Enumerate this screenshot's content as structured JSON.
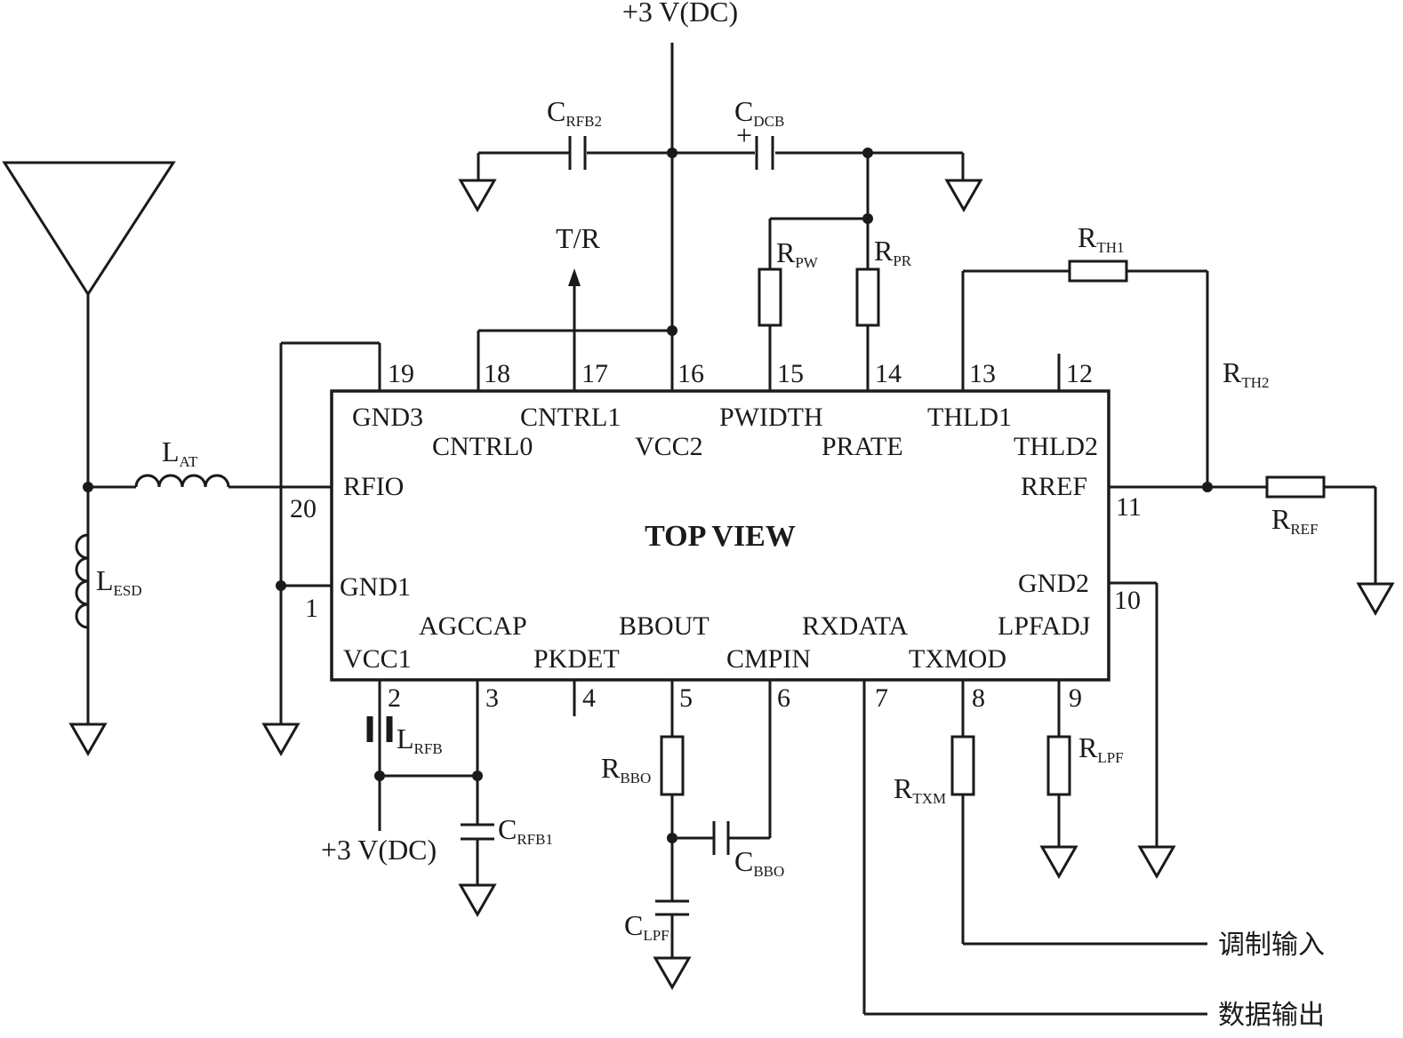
{
  "supply": {
    "top": "+3 V(DC)",
    "bottom": "+3 V(DC)"
  },
  "chip": {
    "title": "TOP VIEW",
    "pin_names": {
      "gnd3": "GND3",
      "cntrl0": "CNTRL0",
      "cntrl1": "CNTRL1",
      "vcc2": "VCC2",
      "pwidth": "PWIDTH",
      "prate": "PRATE",
      "thld1": "THLD1",
      "thld2": "THLD2",
      "rfio": "RFIO",
      "rref": "RREF",
      "gnd1": "GND1",
      "gnd2": "GND2",
      "agccap": "AGCCAP",
      "bbout": "BBOUT",
      "rxdata": "RXDATA",
      "lpfadj": "LPFADJ",
      "vcc1": "VCC1",
      "pkdet": "PKDET",
      "cmpin": "CMPIN",
      "txmod": "TXMOD"
    },
    "pin_numbers": [
      "1",
      "2",
      "3",
      "4",
      "5",
      "6",
      "7",
      "8",
      "9",
      "10",
      "11",
      "12",
      "13",
      "14",
      "15",
      "16",
      "17",
      "18",
      "19",
      "20"
    ]
  },
  "components": {
    "lat": {
      "main": "L",
      "sub": "AT"
    },
    "lesd": {
      "main": "L",
      "sub": "ESD"
    },
    "lrfb": {
      "main": "L",
      "sub": "RFB"
    },
    "crfb1": {
      "main": "C",
      "sub": "RFB1"
    },
    "crfb2": {
      "main": "C",
      "sub": "RFB2"
    },
    "cdcb": {
      "main": "C",
      "sub": "DCB"
    },
    "rpw": {
      "main": "R",
      "sub": "PW"
    },
    "rpr": {
      "main": "R",
      "sub": "PR"
    },
    "rth1": {
      "main": "R",
      "sub": "TH1"
    },
    "rth2": {
      "main": "R",
      "sub": "TH2"
    },
    "rref": {
      "main": "R",
      "sub": "REF"
    },
    "rbbo": {
      "main": "R",
      "sub": "BBO"
    },
    "cbbo": {
      "main": "C",
      "sub": "BBO"
    },
    "clpf": {
      "main": "C",
      "sub": "LPF"
    },
    "rtxm": {
      "main": "R",
      "sub": "TXM"
    },
    "rlpf": {
      "main": "R",
      "sub": "LPF"
    }
  },
  "signals": {
    "tr": "T/R",
    "cdcb_polarity": "+",
    "mod_input": "调制输入",
    "data_output": "数据输出"
  }
}
